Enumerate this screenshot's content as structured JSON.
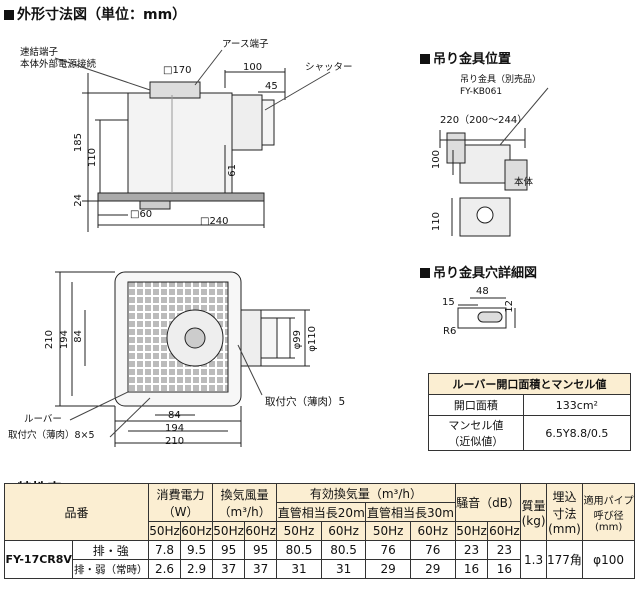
{
  "outline": {
    "title": "外形寸法図（単位：mm）",
    "side_labels": {
      "connector": "速結端子",
      "connector_sub": "本体外部電源接続",
      "earth": "アース端子",
      "shutter": "シャッター"
    },
    "side_dims": {
      "sq170": "□170",
      "d100": "100",
      "d45": "45",
      "d185": "185",
      "d110": "110",
      "d61": "61",
      "d24": "24",
      "sq60": "□60",
      "sq240": "□240"
    },
    "plan_labels": {
      "hole_thin": "取付穴（薄肉）5",
      "louver": "ルーバー",
      "hole_thin8": "取付穴（薄肉）8×5"
    },
    "plan_dims": {
      "d210v": "210",
      "d194v": "194",
      "d84v": "84",
      "d99": "φ99",
      "d110": "φ110",
      "d84h": "84",
      "d194h": "194",
      "d210h": "210"
    }
  },
  "hanger_position": {
    "title": "吊り金具位置",
    "bracket_label": "吊り金具（別売品）",
    "bracket_model": "FY-KB061",
    "d220": "220（200〜244）",
    "d100": "100",
    "body": "本体",
    "d110": "110"
  },
  "hanger_detail": {
    "title": "吊り金具穴詳細図",
    "d48": "48",
    "d15": "15",
    "d12": "12",
    "r6": "R6"
  },
  "louver_table": {
    "title": "ルーバー開口面積とマンセル値",
    "rows": [
      {
        "label": "開口面積",
        "value": "133cm²"
      },
      {
        "label": "マンセル値\n（近似値）",
        "value": "6.5Y8.8/0.5"
      }
    ]
  },
  "spec": {
    "title": "特性表",
    "headers": {
      "model": "品番",
      "power": "消費電力\n（W）",
      "airflow": "換気風量\n（m³/h）",
      "effective": "有効換気量（m³/h）",
      "straight20": "直管相当長20m",
      "straight30": "直管相当長30m",
      "noise": "騒音（dB）",
      "mass": "質量\n(kg)",
      "embed": "埋込\n寸法\n(mm)",
      "pipe": "適用パイプ\n呼び径\n(mm)",
      "hz50": "50Hz",
      "hz60": "60Hz"
    },
    "model": "FY-17CR8V",
    "rows": [
      {
        "mode": "排・強",
        "power50": "7.8",
        "power60": "9.5",
        "air50": "95",
        "air60": "95",
        "e20_50": "80.5",
        "e20_60": "80.5",
        "e30_50": "76",
        "e30_60": "76",
        "n50": "23",
        "n60": "23"
      },
      {
        "mode": "排・弱（常時）",
        "power50": "2.6",
        "power60": "2.9",
        "air50": "37",
        "air60": "37",
        "e20_50": "31",
        "e20_60": "31",
        "e30_50": "29",
        "e30_60": "29",
        "n50": "16",
        "n60": "16"
      }
    ],
    "mass": "1.3",
    "embed": "177角",
    "pipe": "φ100"
  }
}
